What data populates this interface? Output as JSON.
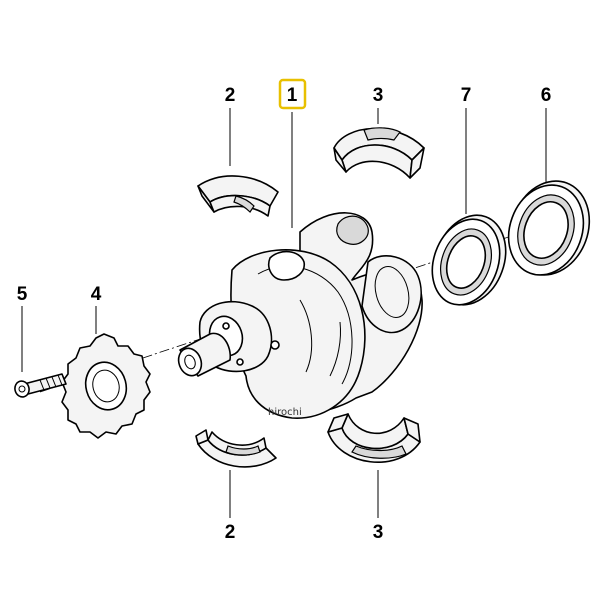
{
  "diagram": {
    "callouts": [
      {
        "id": "crankshaft",
        "label": "1",
        "highlighted": true
      },
      {
        "id": "bearing-shell-upper-left",
        "label": "2",
        "highlighted": false
      },
      {
        "id": "bearing-shell-upper-right",
        "label": "3",
        "highlighted": false
      },
      {
        "id": "sprocket",
        "label": "4",
        "highlighted": false
      },
      {
        "id": "bolt",
        "label": "5",
        "highlighted": false
      },
      {
        "id": "seal-outer",
        "label": "6",
        "highlighted": false
      },
      {
        "id": "seal-inner",
        "label": "7",
        "highlighted": false
      },
      {
        "id": "bearing-shell-lower-left",
        "label": "2",
        "highlighted": false
      },
      {
        "id": "bearing-shell-lower-right",
        "label": "3",
        "highlighted": false
      }
    ],
    "watermark": "hirochi",
    "highlight_color": "#e8c000"
  }
}
